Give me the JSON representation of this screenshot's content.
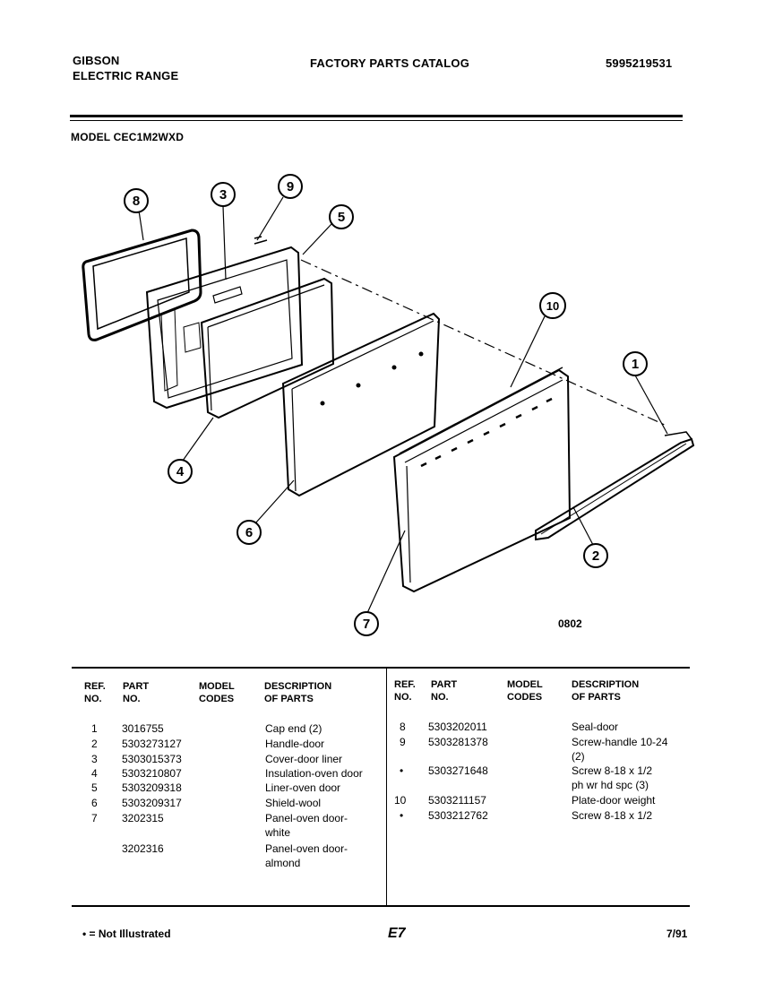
{
  "header": {
    "brand": "GIBSON",
    "product": "ELECTRIC RANGE",
    "catalog_title": "FACTORY PARTS CATALOG",
    "catalog_number": "5995219531",
    "model": "MODEL CEC1M2WXD"
  },
  "diagram": {
    "callouts": [
      "8",
      "3",
      "9",
      "5",
      "10",
      "1",
      "4",
      "6",
      "2",
      "7"
    ],
    "figure_code": "0802"
  },
  "table": {
    "left_headers": {
      "ref": "REF.\nNO.",
      "part": "PART\nNO.",
      "model": "MODEL\nCODES",
      "desc": "DESCRIPTION\nOF PARTS"
    },
    "right_headers": {
      "ref": "REF.\nNO.",
      "part": "PART\nNO.",
      "model": "MODEL\nCODES",
      "desc": "DESCRIPTION\nOF PARTS"
    },
    "left_rows": [
      {
        "ref": "1",
        "part": "3016755",
        "desc": "Cap end (2)"
      },
      {
        "ref": "2",
        "part": "5303273127",
        "desc": "Handle-door"
      },
      {
        "ref": "3",
        "part": "5303015373",
        "desc": "Cover-door liner"
      },
      {
        "ref": "4",
        "part": "5303210807",
        "desc": "Insulation-oven door"
      },
      {
        "ref": "5",
        "part": "5303209318",
        "desc": "Liner-oven door"
      },
      {
        "ref": "6",
        "part": "5303209317",
        "desc": "Shield-wool"
      },
      {
        "ref": "7",
        "part": "3202315",
        "desc": "Panel-oven door-"
      },
      {
        "ref": "",
        "part": "",
        "desc": "white"
      },
      {
        "ref": "",
        "part": "3202316",
        "desc": "Panel-oven door-"
      },
      {
        "ref": "",
        "part": "",
        "desc": "almond"
      }
    ],
    "right_rows": [
      {
        "ref": "8",
        "part": "5303202011",
        "desc": "Seal-door"
      },
      {
        "ref": "9",
        "part": "5303281378",
        "desc": "Screw-handle 10-24"
      },
      {
        "ref": "",
        "part": "",
        "desc": "(2)"
      },
      {
        "ref": "•",
        "part": "5303271648",
        "desc": "Screw 8-18 x 1/2"
      },
      {
        "ref": "",
        "part": "",
        "desc": "ph wr hd spc (3)"
      },
      {
        "ref": "10",
        "part": "5303211157",
        "desc": "Plate-door weight"
      },
      {
        "ref": "•",
        "part": "5303212762",
        "desc": "Screw 8-18 x 1/2"
      }
    ]
  },
  "footer": {
    "note": "• = Not Illustrated",
    "page": "E7",
    "date": "7/91"
  }
}
